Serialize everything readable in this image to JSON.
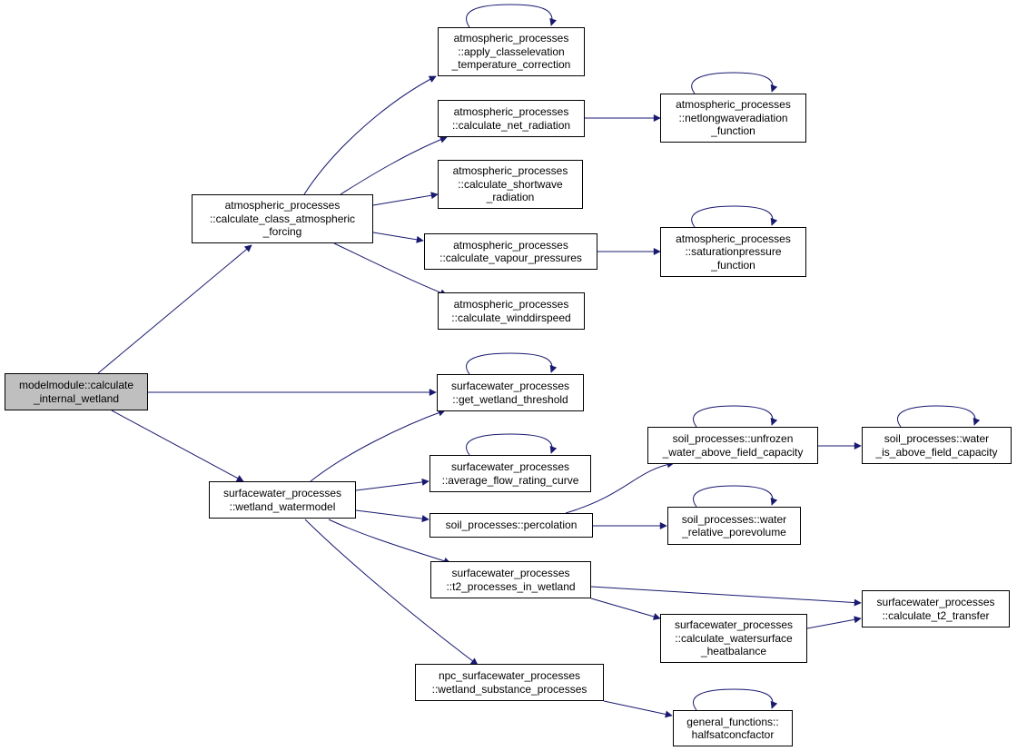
{
  "nodes": {
    "root": {
      "lines": [
        "modelmodule::calculate",
        "_internal_wetland"
      ]
    },
    "class_forcing": {
      "lines": [
        "atmospheric_processes",
        "::calculate_class_atmospheric",
        "_forcing"
      ]
    },
    "apply_classelevation": {
      "lines": [
        "atmospheric_processes",
        "::apply_classelevation",
        "_temperature_correction"
      ]
    },
    "net_radiation": {
      "lines": [
        "atmospheric_processes",
        "::calculate_net_radiation"
      ]
    },
    "netlongwave": {
      "lines": [
        "atmospheric_processes",
        "::netlongwaveradiation",
        "_function"
      ]
    },
    "shortwave": {
      "lines": [
        "atmospheric_processes",
        "::calculate_shortwave",
        "_radiation"
      ]
    },
    "vapour_pressures": {
      "lines": [
        "atmospheric_processes",
        "::calculate_vapour_pressures"
      ]
    },
    "saturationpressure": {
      "lines": [
        "atmospheric_processes",
        "::saturationpressure",
        "_function"
      ]
    },
    "winddirspeed": {
      "lines": [
        "atmospheric_processes",
        "::calculate_winddirspeed"
      ]
    },
    "wetland_threshold": {
      "lines": [
        "surfacewater_processes",
        "::get_wetland_threshold"
      ]
    },
    "wetland_watermodel": {
      "lines": [
        "surfacewater_processes",
        "::wetland_watermodel"
      ]
    },
    "average_flow": {
      "lines": [
        "surfacewater_processes",
        "::average_flow_rating_curve"
      ]
    },
    "unfrozen_water": {
      "lines": [
        "soil_processes::unfrozen",
        "_water_above_field_capacity"
      ]
    },
    "water_above_fc": {
      "lines": [
        "soil_processes::water",
        "_is_above_field_capacity"
      ]
    },
    "percolation": {
      "lines": [
        "soil_processes::percolation"
      ]
    },
    "porevolume": {
      "lines": [
        "soil_processes::water",
        "_relative_porevolume"
      ]
    },
    "t2_processes": {
      "lines": [
        "surfacewater_processes",
        "::t2_processes_in_wetland"
      ]
    },
    "t2_transfer": {
      "lines": [
        "surfacewater_processes",
        "::calculate_t2_transfer"
      ]
    },
    "watersurface_heat": {
      "lines": [
        "surfacewater_processes",
        "::calculate_watersurface",
        "_heatbalance"
      ]
    },
    "substance_processes": {
      "lines": [
        "npc_surfacewater_processes",
        "::wetland_substance_processes"
      ]
    },
    "halfsatconc": {
      "lines": [
        "general_functions::",
        "halfsatconcfactor"
      ]
    }
  },
  "colors": {
    "edge": "#191970",
    "border": "#000000",
    "root_fill": "#bfbfbf",
    "node_fill": "#ffffff"
  }
}
